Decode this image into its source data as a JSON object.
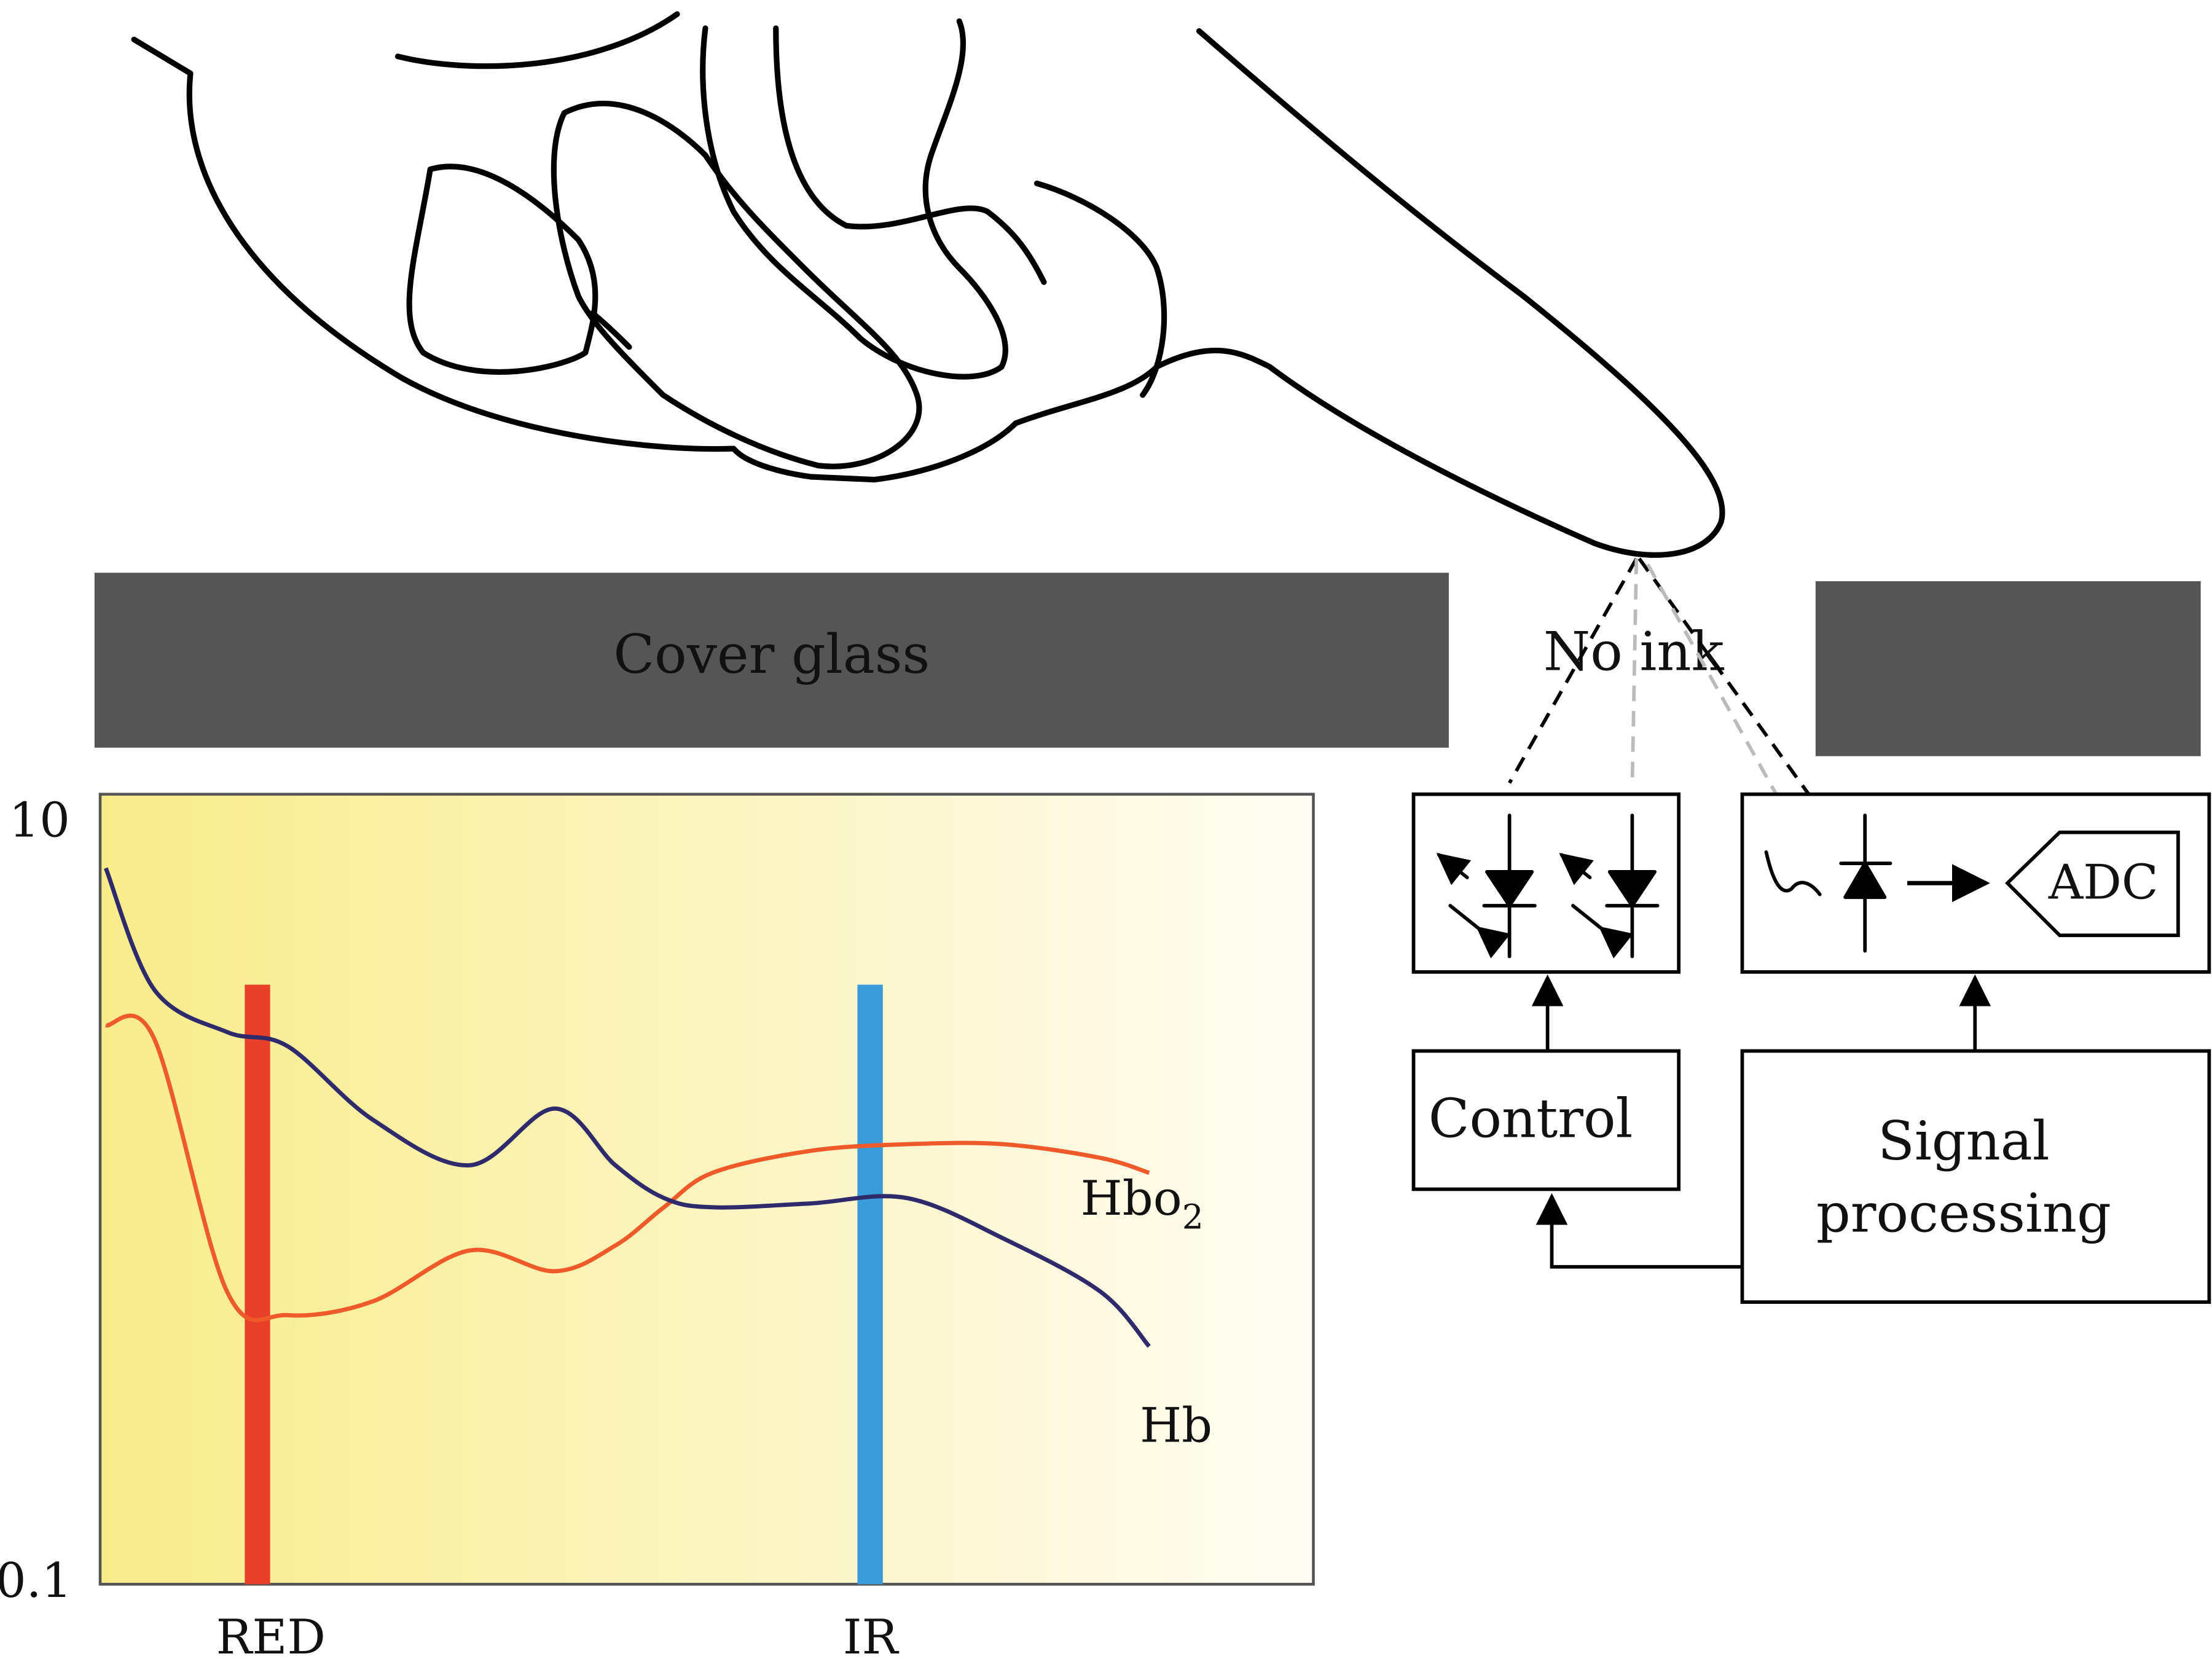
{
  "colors": {
    "glass": "#555555",
    "hb_curve": "#2f2a6b",
    "hbo2_curve": "#f05a2a",
    "red_band": "#e8402a",
    "ir_band": "#3a9bd9",
    "plot_gradient_start": "#f8ec8a",
    "plot_gradient_end": "#fffdf4",
    "gray_arrow": "#bbbbbb"
  },
  "labels": {
    "cover_glass": "Cover glass",
    "no_ink": "No ink",
    "control": "Control",
    "signal_processing_line1": "Signal",
    "signal_processing_line2": "processing",
    "adc": "ADC"
  },
  "icons": {
    "emitter": "light-emitting-diode-icon",
    "detector": "photodiode-icon",
    "amplifier": "amplifier-arrow-icon"
  },
  "chart_data": {
    "type": "line",
    "title": "",
    "xlabel": "",
    "ylabel": "",
    "yscale": "log",
    "ylim": [
      0.1,
      10
    ],
    "ytick_labels": [
      "10",
      "0.1"
    ],
    "bands": [
      {
        "name": "RED",
        "color": "#e8402a"
      },
      {
        "name": "IR",
        "color": "#3a9bd9"
      }
    ],
    "x": [
      0,
      0.04,
      0.1,
      0.15,
      0.22,
      0.3,
      0.37,
      0.42,
      0.46,
      0.5,
      0.58,
      0.66,
      0.74,
      0.82,
      0.86
    ],
    "series": [
      {
        "name": "Hbo",
        "name_subscript": "2",
        "color": "#f05a2a",
        "values": [
          2.6,
          2.4,
          0.55,
          0.48,
          0.52,
          0.7,
          0.62,
          0.72,
          0.9,
          1.1,
          1.25,
          1.3,
          1.3,
          1.2,
          1.1
        ]
      },
      {
        "name": "Hb",
        "color": "#2f2a6b",
        "values": [
          6.5,
          3.2,
          2.5,
          2.3,
          1.5,
          1.15,
          1.6,
          1.15,
          0.95,
          0.9,
          0.92,
          0.95,
          0.75,
          0.55,
          0.4
        ]
      }
    ]
  }
}
